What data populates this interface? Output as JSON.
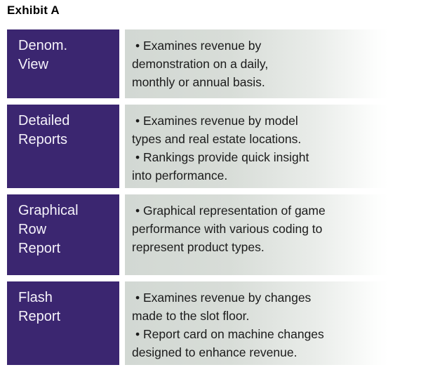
{
  "page": {
    "title": "Exhibit A"
  },
  "colors": {
    "label_background": "#3b2670",
    "label_text": "#f5f2fa",
    "description_gradient_left": "#d2d8d3",
    "description_gradient_right": "#ffffff",
    "body_text": "#1b1b1b",
    "title_text": "#000000",
    "page_background": "#ffffff"
  },
  "table": {
    "rows": [
      {
        "label": "Denom.\nView",
        "bullets": [
          "• Examines revenue by\ndemonstration on a daily,\nmonthly or annual basis."
        ]
      },
      {
        "label": "Detailed\nReports",
        "bullets": [
          "• Examines revenue by model\ntypes and real estate locations.",
          "• Rankings provide quick insight\ninto performance."
        ]
      },
      {
        "label": "Graphical\nRow\nReport",
        "bullets": [
          "• Graphical representation of game\nperformance with various coding to\nrepresent product types."
        ]
      },
      {
        "label": "Flash\nReport",
        "bullets": [
          "• Examines revenue by changes\nmade to the slot floor.",
          "• Report card on machine changes\ndesigned to enhance revenue."
        ]
      }
    ]
  }
}
